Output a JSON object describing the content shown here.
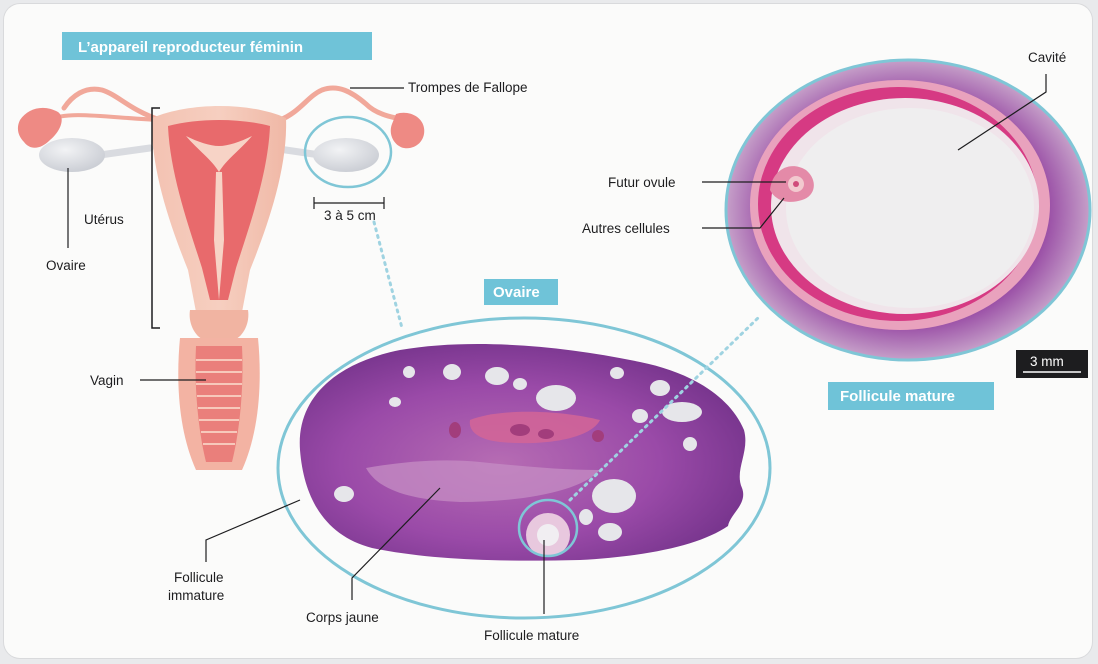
{
  "title": "L’appareil reproducteur féminin",
  "labels": {
    "trompes": "Trompes de Fallope",
    "uterus": "Utérus",
    "ovaire_left": "Ovaire",
    "vagin": "Vagin",
    "size": "3 à 5 cm",
    "ovaire_banner": "Ovaire",
    "follicule_immature_1": "Follicule",
    "follicule_immature_2": "immature",
    "corps_jaune": "Corps jaune",
    "follicule_mature": "Follicule mature",
    "cavite": "Cavité",
    "futur_ovule": "Futur ovule",
    "autres_cellules": "Autres cellules",
    "scale": "3 mm",
    "follicule_mature_banner": "Follicule mature"
  },
  "colors": {
    "banner": "#6fc3d8",
    "highlight": "#7fc6d6",
    "tissue": "#f0b0a3",
    "muscle": "#e25a6a",
    "ovary": "#d7d9de",
    "stain_purple": "#8e3fa0",
    "stain_pink": "#c9519c"
  }
}
